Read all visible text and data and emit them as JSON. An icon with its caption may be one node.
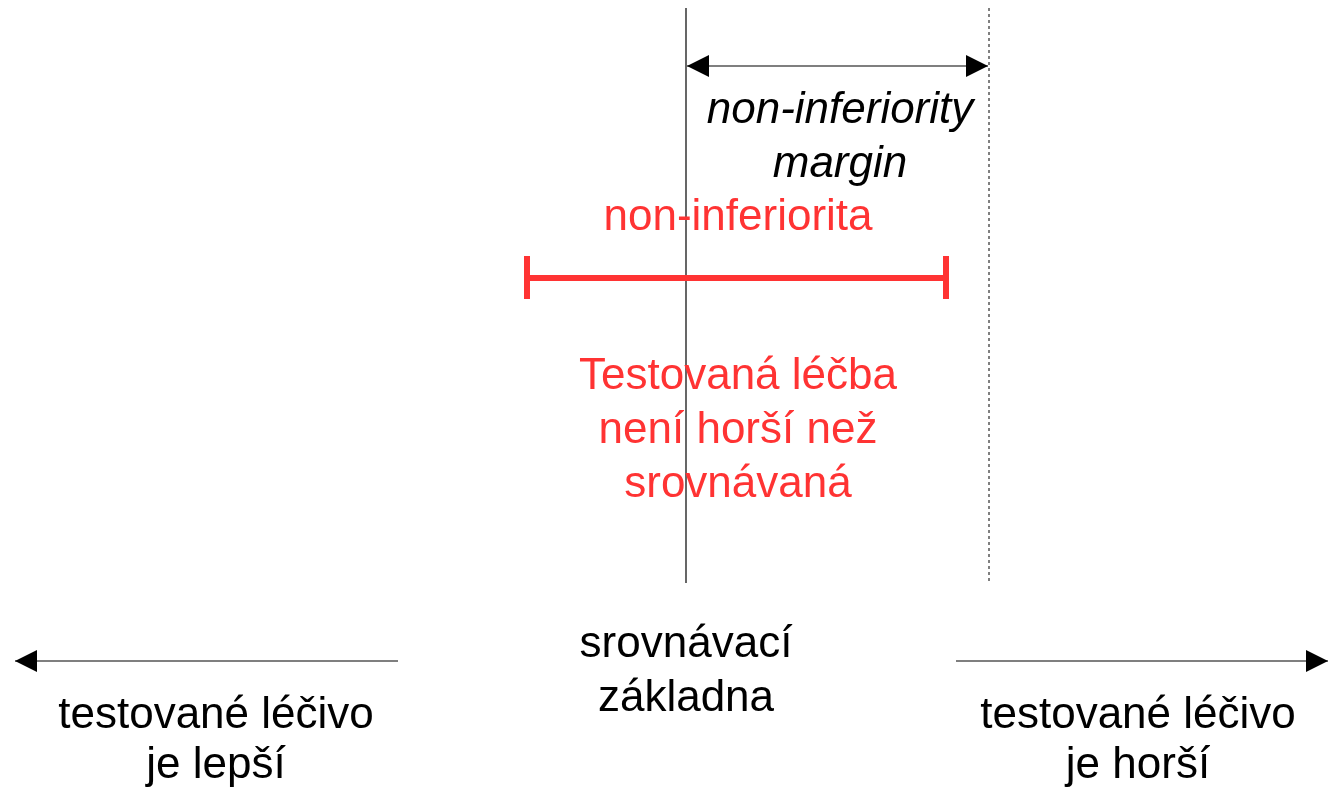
{
  "diagram": {
    "labels": [
      "non-inferiority margin",
      "non-inferiorita",
      "Testovaná léčba není horší než srovnávaná",
      "srovnávací základna",
      "testované léčivo je lepší",
      "testované léčivo je horší"
    ]
  }
}
